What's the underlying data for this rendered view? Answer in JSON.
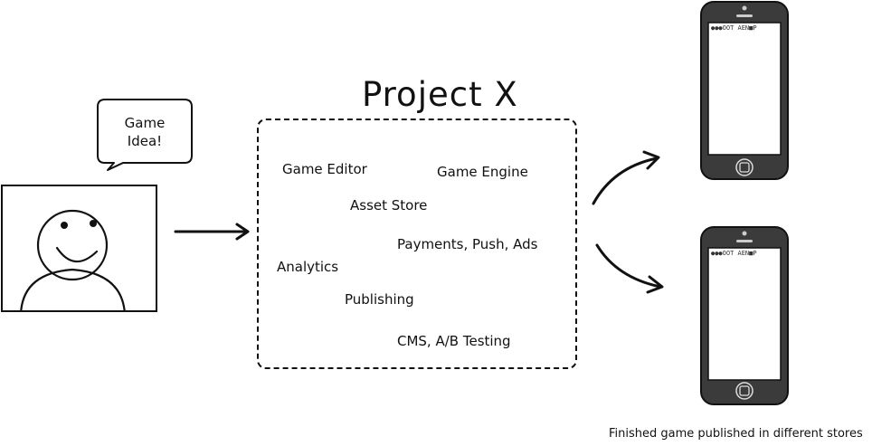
{
  "bubble": {
    "line1": "Game",
    "line2": "Idea!"
  },
  "project": {
    "title": "Project X",
    "features": {
      "game_editor": "Game Editor",
      "game_engine": "Game Engine",
      "asset_store": "Asset Store",
      "payments": "Payments, Push, Ads",
      "analytics": "Analytics",
      "publishing": "Publishing",
      "cms": "CMS, A/B Testing"
    }
  },
  "phones": {
    "status_text": "●●●OOT AEN■P"
  },
  "caption": "Finished game published in different stores"
}
